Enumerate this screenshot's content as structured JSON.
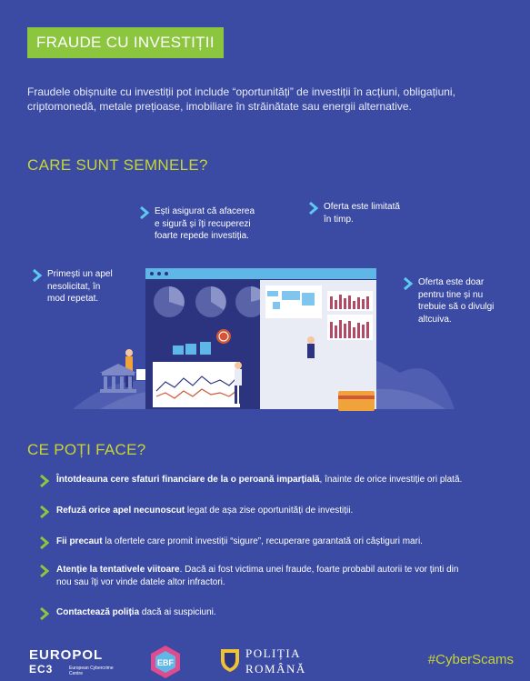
{
  "header": {
    "title": "FRAUDE CU INVESTIȚII",
    "intro": "Fraudele obișnuite cu investiții pot include “oportunități” de investiții în acțiuni, obligațiuni, criptomonedă, metale prețioase, imobiliare în străinătate sau energii alternative."
  },
  "signs": {
    "heading": "CARE SUNT SEMNELE?",
    "items": [
      {
        "lines": [
          "Ești asigurat că afacerea",
          "e sigură și îți recuperezi",
          "foarte repede investiția."
        ]
      },
      {
        "lines": [
          "Oferta este limitată",
          "în timp."
        ]
      },
      {
        "lines": [
          "Primești un apel",
          "nesolicitat, în",
          "mod repetat."
        ]
      },
      {
        "lines": [
          "Oferta este doar",
          "pentru tine și nu",
          "trebuie să o divulgi",
          "altcuiva."
        ]
      }
    ]
  },
  "actions": {
    "heading": "CE POȚI FACE?",
    "items": [
      {
        "bold": "Întotdeauna cere sfaturi financiare de la o peroană imparțială",
        "rest": ", înainte de orice investiție ori plată."
      },
      {
        "bold": "Refuză orice apel necunoscut",
        "rest": " legat de așa zise oportunități de investiții."
      },
      {
        "bold": "Fii precaut",
        "rest": " la ofertele care promit investiții “sigure”, recuperare garantată ori câștiguri mari."
      },
      {
        "bold": "Atenție la tentativele viitoare",
        "rest": ". Dacă ai fost victima unei fraude, foarte probabil autorii te vor ținti din nou sau îți vor vinde datele altor infractori."
      },
      {
        "bold": "Contactează poliția",
        "rest": " dacă ai suspiciuni."
      }
    ]
  },
  "footer": {
    "europol_big": "EUROPOL",
    "europol_ec3": "EC3",
    "europol_small": "European Cybercrime Centre",
    "ebf": "EBF",
    "politia_line1": "POLIȚIA",
    "politia_line2": "ROMÂNĂ",
    "hashtag": "#CyberScams"
  },
  "colors": {
    "background": "#3b4aa3",
    "title_bg": "#8cc63f",
    "heading": "#c7d631",
    "chevron": "#5ec8f0"
  }
}
